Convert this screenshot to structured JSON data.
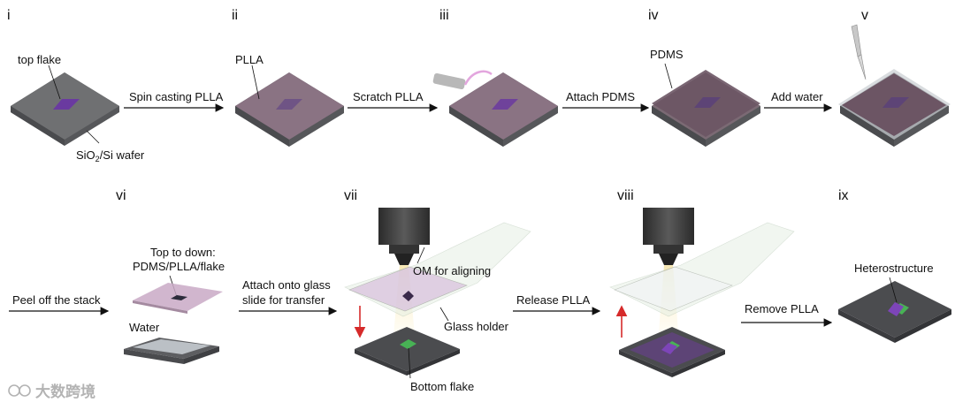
{
  "steps": [
    {
      "numeral": "i"
    },
    {
      "numeral": "ii"
    },
    {
      "numeral": "iii"
    },
    {
      "numeral": "iv"
    },
    {
      "numeral": "v"
    },
    {
      "numeral": "vi"
    },
    {
      "numeral": "vii"
    },
    {
      "numeral": "viii"
    },
    {
      "numeral": "ix"
    }
  ],
  "labels": {
    "top_flake": "top flake",
    "wafer_main": "SiO",
    "wafer_sub": "2",
    "wafer_rest": "/Si wafer",
    "plla": "PLLA",
    "pdms": "PDMS",
    "stack_line1": "Top to down:",
    "stack_line2": "PDMS/PLLA/flake",
    "water": "Water",
    "om": "OM for aligning",
    "glass_holder": "Glass holder",
    "bottom_flake": "Bottom flake",
    "heterostructure": "Heterostructure"
  },
  "arrows": {
    "spin": "Spin casting PLLA",
    "scratch": "Scratch PLLA",
    "attach_pdms": "Attach PDMS",
    "add_water": "Add water",
    "peel": "Peel off the stack",
    "attach_glass_1": "Attach onto glass",
    "attach_glass_2": "slide for transfer",
    "release": "Release PLLA",
    "remove": "Remove PLLA"
  },
  "watermark": "大数跨境",
  "colors": {
    "wafer_top": "#6f7072",
    "wafer_side": "#56575a",
    "plla": "#8a7383",
    "flake": "#6a3aa0",
    "bottom_flake": "#48b255",
    "arrow_red": "#d62a2a"
  }
}
